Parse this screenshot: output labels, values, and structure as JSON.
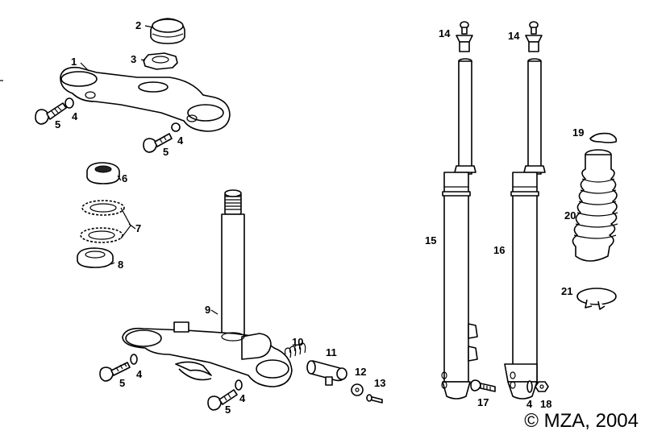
{
  "callouts": {
    "c1": "1",
    "c2": "2",
    "c3": "3",
    "c4a": "4",
    "c5a": "5",
    "c4b": "4",
    "c5b": "5",
    "c6": "6",
    "c7": "7",
    "c8": "8",
    "c9": "9",
    "c4c": "4",
    "c5c": "5",
    "c4d": "4",
    "c5d": "5",
    "c10": "10",
    "c11": "11",
    "c12": "12",
    "c13": "13",
    "c14a": "14",
    "c14b": "14",
    "c15": "15",
    "c16": "16",
    "c17": "17",
    "c4e": "4",
    "c18": "18",
    "c19": "19",
    "c20": "20",
    "c21": "21"
  },
  "copyright": "© MZA, 2004"
}
